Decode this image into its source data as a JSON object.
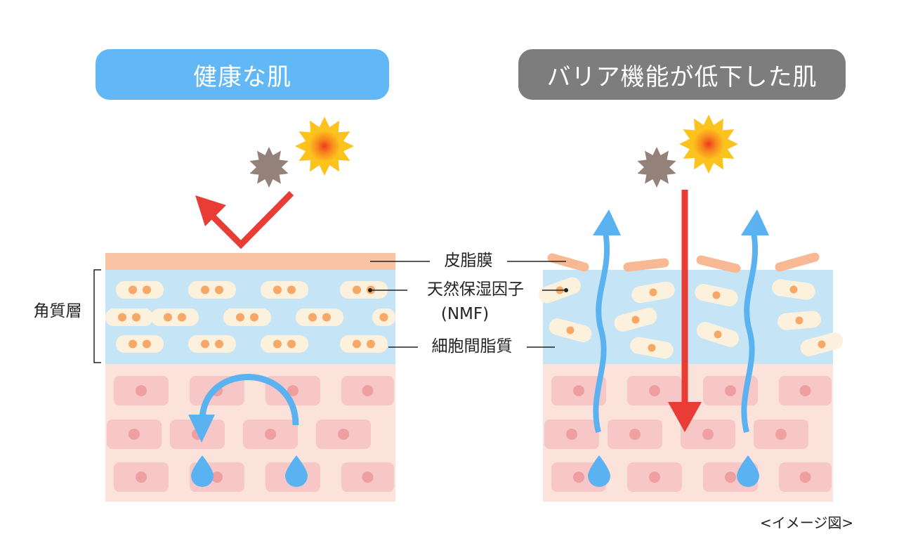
{
  "panels": {
    "healthy": {
      "title": "健康な肌"
    },
    "damaged": {
      "title": "バリア機能が低下した肌"
    }
  },
  "labels": {
    "sebum": "皮脂膜",
    "nmf_line1": "天然保湿因子",
    "nmf_line2": "(NMF)",
    "lipids": "細胞間脂質",
    "stratum": "角質層"
  },
  "caption": "<イメージ図>",
  "colors": {
    "healthy_title_bg": "#62b8f7",
    "damaged_title_bg": "#7d7d7d",
    "sebum": "#f8c4a4",
    "stratum_bg": "#c5e5f6",
    "corneocyte": "#fbf1dc",
    "nmf_dot": "#f7a866",
    "dermis_bg": "#fbe3dc",
    "cell": "#f7c6c6",
    "nucleus": "#ef9f9f",
    "moisture": "#5bb2f0",
    "uv_arrow": "#e83c34",
    "dust": "#93817a",
    "sun_outer": "#fbc21f",
    "sun_core": "#ef4a1e"
  },
  "icons": [
    "sun-icon",
    "dust-particle-icon",
    "water-drop-icon",
    "arrow-icon"
  ]
}
